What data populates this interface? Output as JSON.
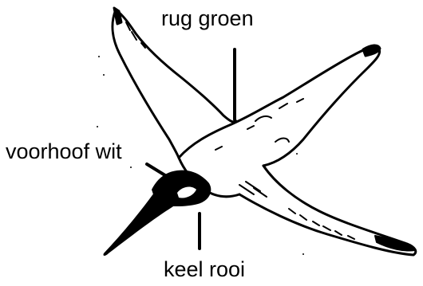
{
  "labels": {
    "back": "rug groen",
    "forehead": "voorhoof wit",
    "throat": "keel rooi"
  },
  "colors": {
    "ink": "#000000",
    "paper": "#ffffff"
  }
}
